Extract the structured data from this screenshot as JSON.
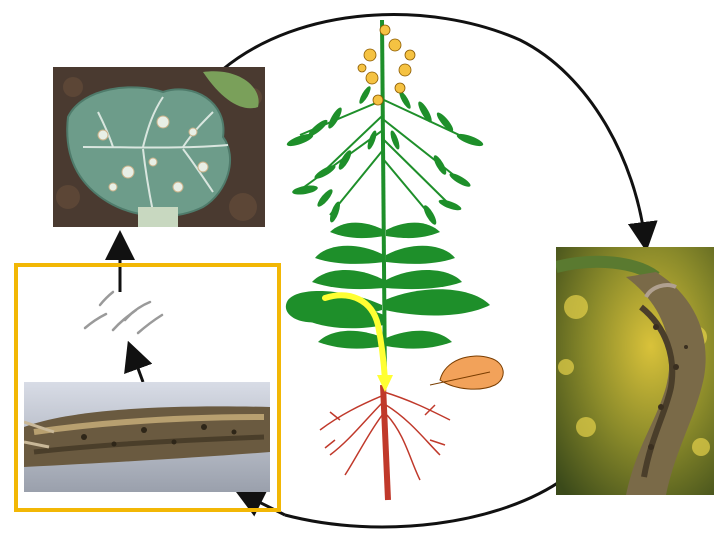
{
  "figure": {
    "type": "disease-life-cycle",
    "stages": [
      {
        "id": "leaf-spot-photo",
        "icon": "leaf-spots-photo"
      },
      {
        "id": "stem-canker-photo",
        "icon": "stem-canker-photo"
      },
      {
        "id": "infected-stubble-photo",
        "icon": "stubble-photo"
      },
      {
        "id": "ascospores",
        "icon": "spores-icon"
      },
      {
        "id": "plant-diagram",
        "icon": "oilseed-plant-diagram"
      }
    ],
    "colors": {
      "cycle_arrow": "#111111",
      "highlight_frame": "#f2b705",
      "infection_path": "#ffff33",
      "plant_green": "#1e8f2a",
      "root": "#c0392b",
      "flower": "#f5c242",
      "dead_leaf": "#f2a25a"
    }
  }
}
